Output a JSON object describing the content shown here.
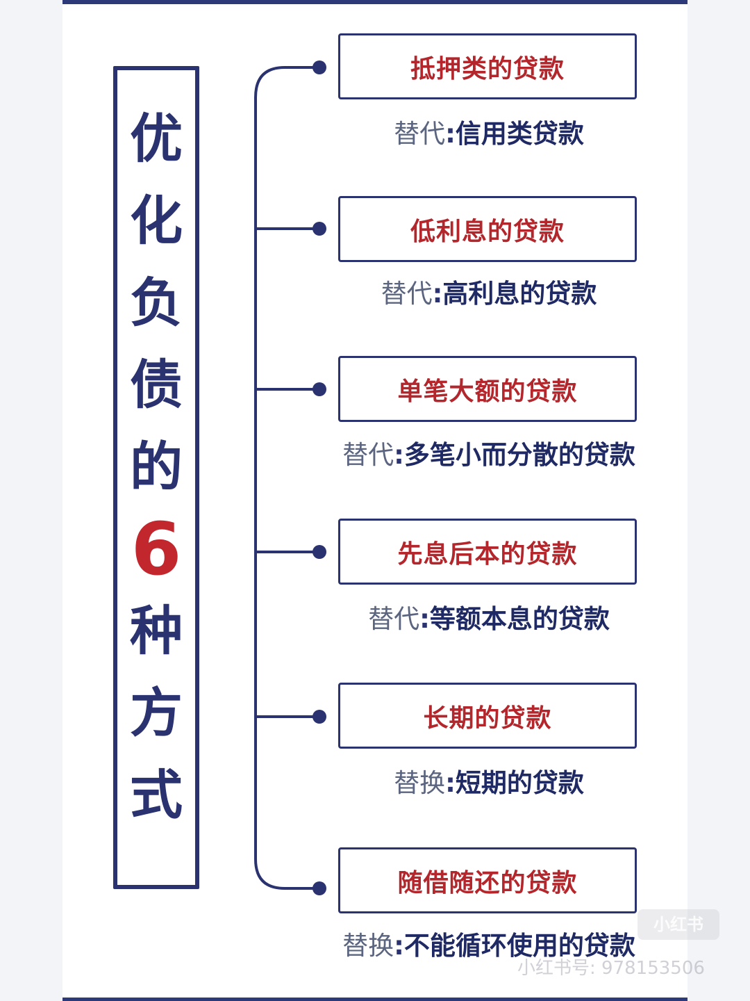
{
  "title_chars": [
    "优",
    "化",
    "负",
    "债",
    "的",
    "6",
    "种",
    "方",
    "式"
  ],
  "items": [
    {
      "title": "抵押类的贷款",
      "prefix": "替代",
      "alt": "信用类贷款"
    },
    {
      "title": "低利息的贷款",
      "prefix": "替代",
      "alt": "高利息的贷款"
    },
    {
      "title": "单笔大额的贷款",
      "prefix": "替代",
      "alt": "多笔小而分散的贷款"
    },
    {
      "title": "先息后本的贷款",
      "prefix": "替代",
      "alt": "等额本息的贷款"
    },
    {
      "title": "长期的贷款",
      "prefix": "替换",
      "alt": "短期的贷款"
    },
    {
      "title": "随借随还的贷款",
      "prefix": "替换",
      "alt": "不能循环使用的贷款"
    }
  ],
  "separator": ":",
  "watermark": {
    "logo": "小红书",
    "id_text": "小红书号: 978153506"
  },
  "colors": {
    "navy": "#2a3270",
    "red": "#b3262b"
  }
}
